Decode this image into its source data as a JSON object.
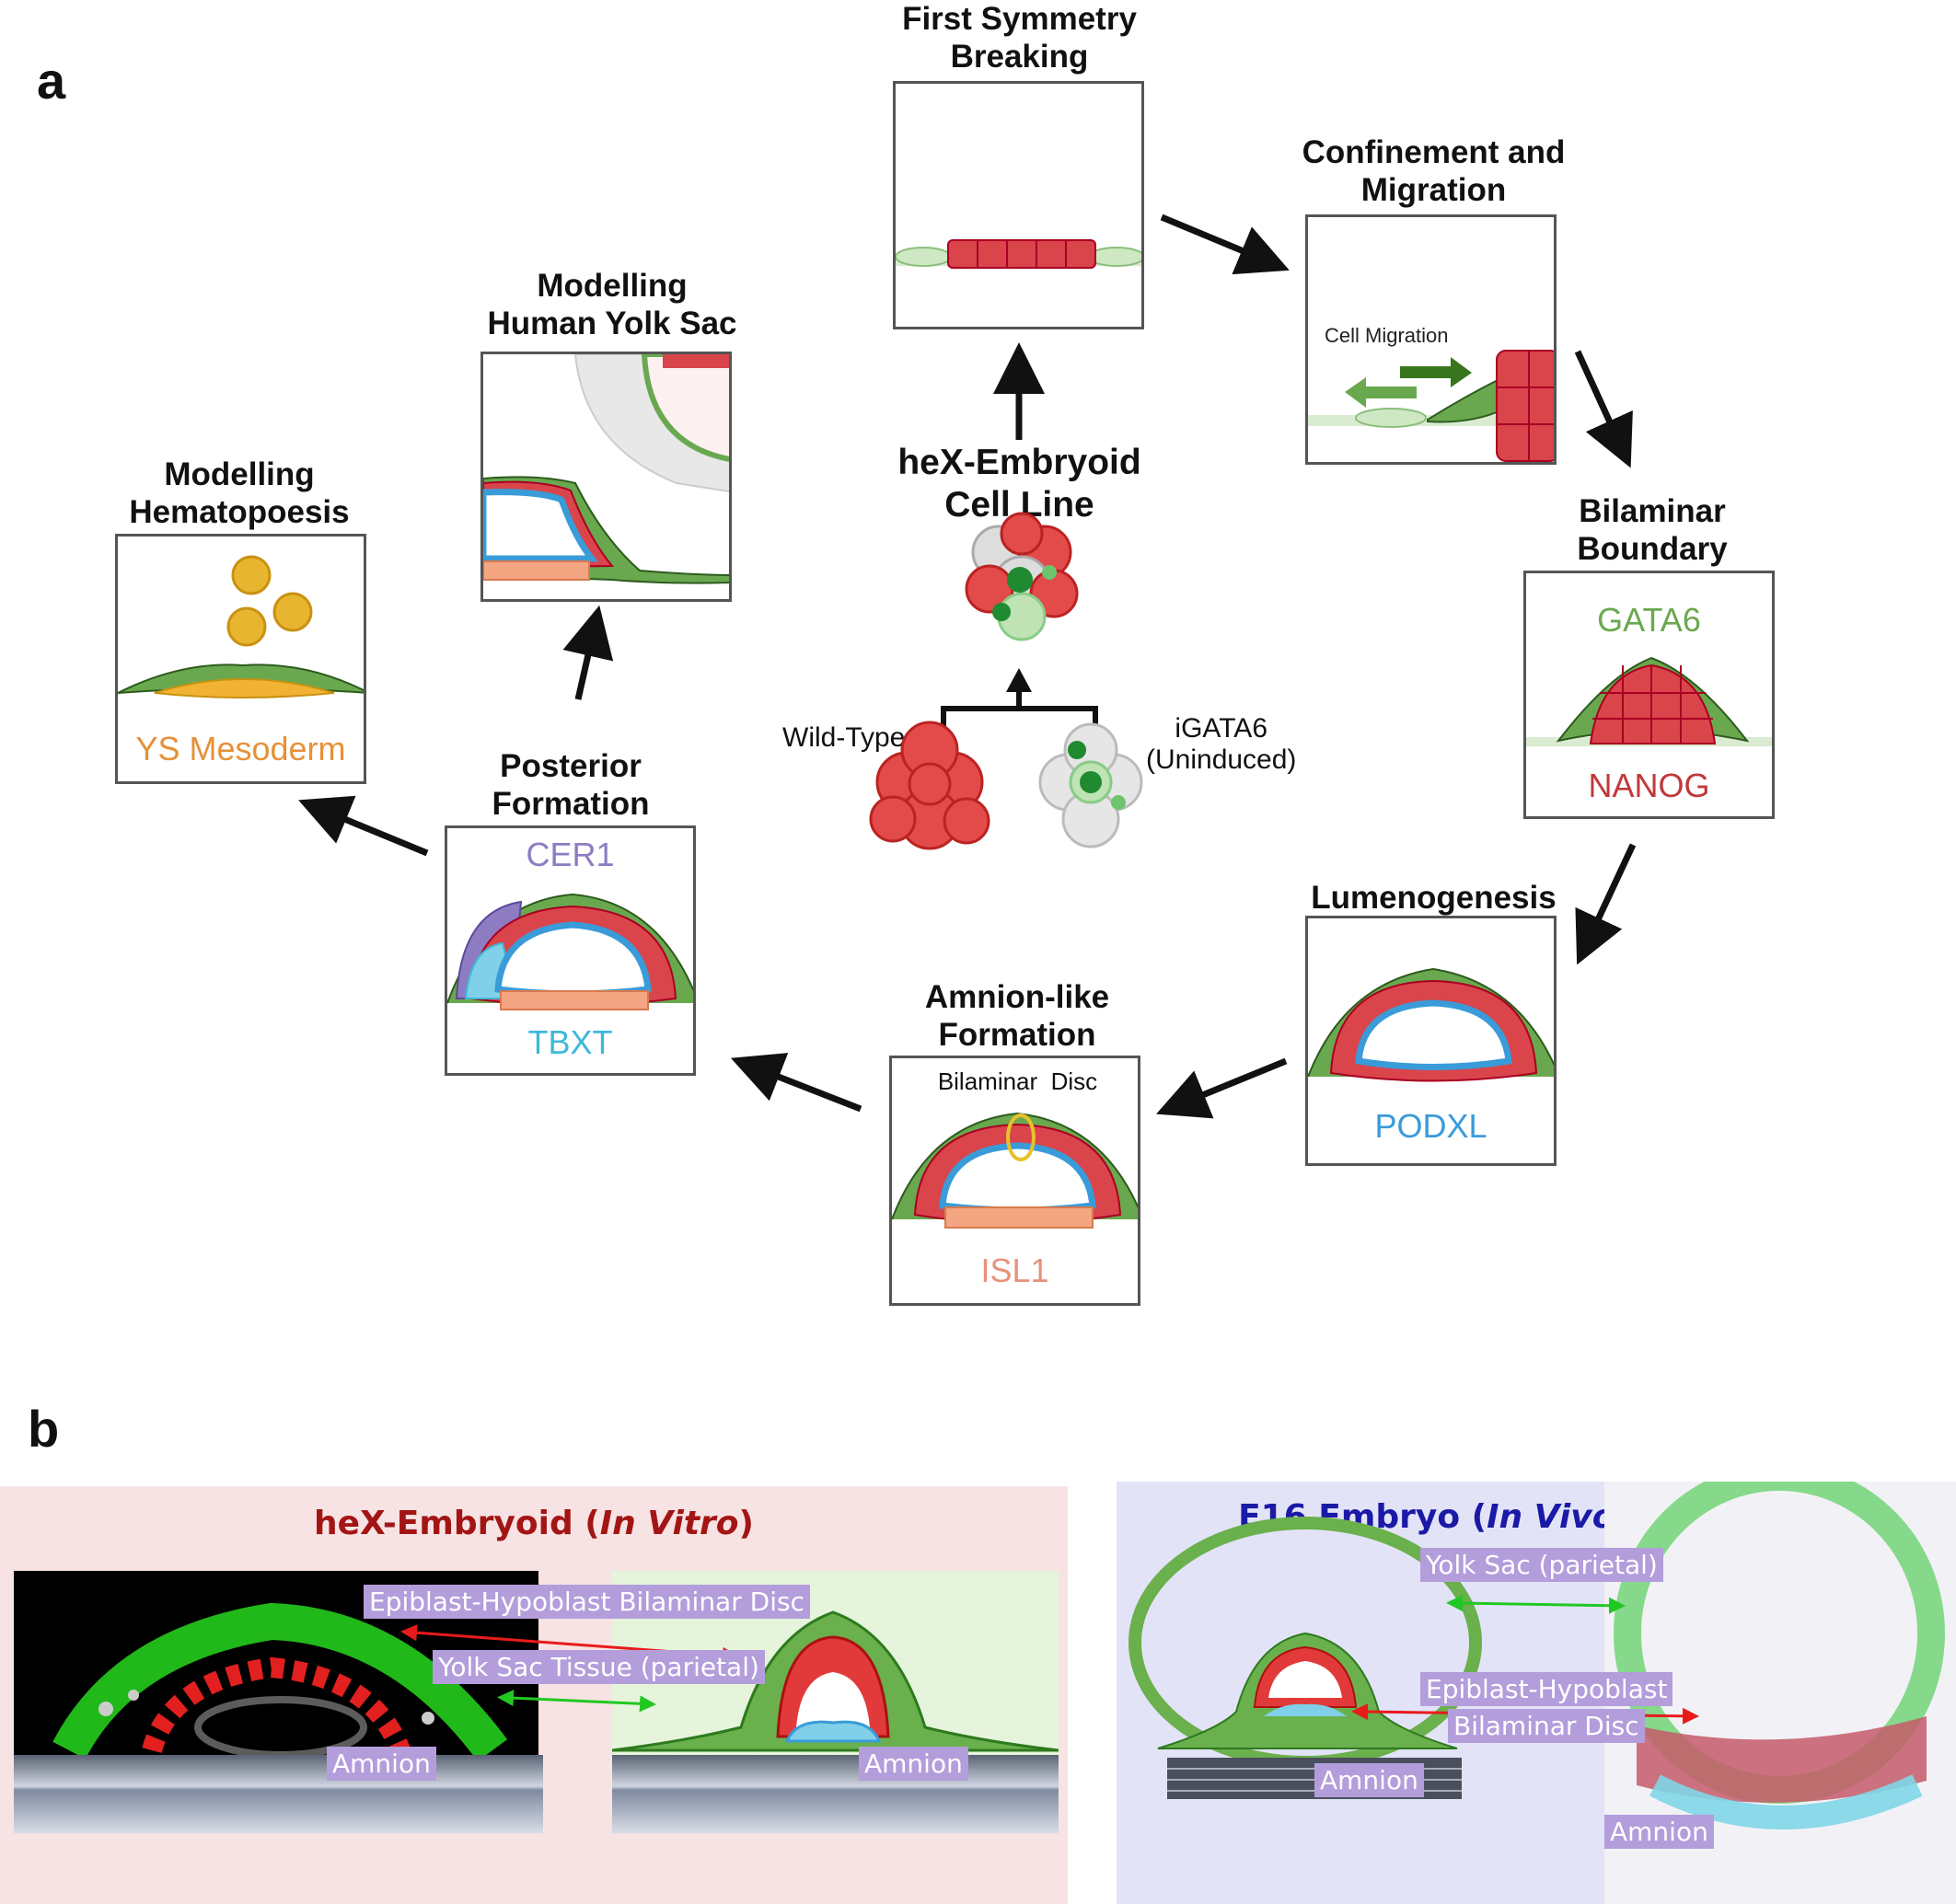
{
  "panel_a": {
    "label": "a",
    "center": {
      "title": "heX-Embryoid\nCell Line",
      "wild_type": "Wild-Type",
      "igata6": "iGATA6\n(Uninduced)"
    },
    "steps": [
      {
        "id": "first_symmetry",
        "title": "First Symmetry\nBreaking",
        "marker": "",
        "marker_color": ""
      },
      {
        "id": "confinement",
        "title": "Confinement and\nMigration",
        "marker": "Cell Migration",
        "marker_color": "#222222"
      },
      {
        "id": "bilaminar",
        "title": "Bilaminar\nBoundary",
        "marker": "GATA6",
        "marker2": "NANOG",
        "marker_color": "#6aa84f",
        "marker2_color": "#c0393b"
      },
      {
        "id": "lumenogenesis",
        "title": "Lumenogenesis",
        "marker": "PODXL",
        "marker_color": "#3a9bd9"
      },
      {
        "id": "amnion",
        "title": "Amnion-like\nFormation",
        "marker": "Bilaminar  Disc",
        "marker2": "ISL1",
        "marker_color": "#c9a227",
        "marker2_color": "#e8927c"
      },
      {
        "id": "posterior",
        "title": "Posterior\nFormation",
        "marker": "CER1",
        "marker2": "TBXT",
        "marker_color": "#8e7cc3",
        "marker2_color": "#3fb8d8"
      },
      {
        "id": "hematopoesis",
        "title": "Modelling\nHematopoesis",
        "marker": "YS Mesoderm",
        "marker_color": "#e69138"
      },
      {
        "id": "yolk_sac",
        "title": "Modelling\nHuman Yolk Sac",
        "marker": "",
        "marker_color": ""
      }
    ]
  },
  "panel_b": {
    "label": "b",
    "left": {
      "title_main": "heX-Embryoid (",
      "title_italic": "In Vitro",
      "title_end": ")",
      "title_color": "#a31515",
      "labels": {
        "bilaminar": "Epiblast-Hypoblast Bilaminar Disc",
        "yolk": "Yolk Sac Tissue (parietal)",
        "amnion1": "Amnion",
        "amnion2": "Amnion"
      }
    },
    "right": {
      "title_main": "E16 Embryo (",
      "title_italic": "In Vivo",
      "title_end": ")",
      "title_color": "#1a1aa6",
      "labels": {
        "yolk": "Yolk Sac (parietal)",
        "epi1": "Epiblast-Hypoblast",
        "epi2": "Bilaminar Disc",
        "amnion1": "Amnion",
        "amnion2": "Amnion"
      }
    }
  }
}
